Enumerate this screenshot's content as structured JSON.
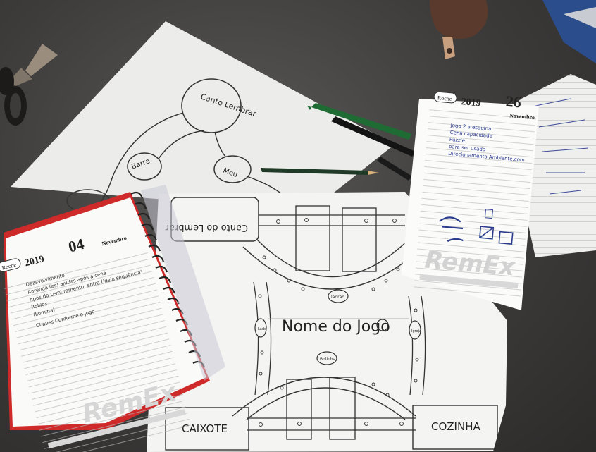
{
  "map_sheet": {
    "title": "Nome do Jogo",
    "labels": {
      "top_room": "Canto do Lembrar",
      "bottom_left": "CAIXOTE",
      "bottom_right": "COZINHA",
      "top_hub": "ladrão",
      "bottom_hub": "Bolinha",
      "left_hub": "Lado",
      "right_hub": "Igreja"
    }
  },
  "mindmap_sheet": {
    "nodes": [
      "Canto Lembrar",
      "Barra",
      "Meu"
    ]
  },
  "planner_left": {
    "brand": "Roche",
    "year": "2019",
    "day": "04",
    "month": "Novembro",
    "watermark": "RemEx",
    "notes": [
      "Dezavolvimento",
      "Aprenda (as) ajudas após a cena",
      "Após do Lembramento, entra (ideia sequência)",
      "Roblox",
      "(Ilumina)",
      "Chaves Conforme o jogo"
    ]
  },
  "planner_right": {
    "brand": "Roche",
    "year": "2019",
    "day": "26",
    "month": "Novembro",
    "watermark": "RemEx",
    "notes": [
      "Jogo 2 a esquina",
      "Cena capacidade",
      "Puzzle",
      "para ser usado",
      "Direcionamento Ambiente.com"
    ]
  }
}
